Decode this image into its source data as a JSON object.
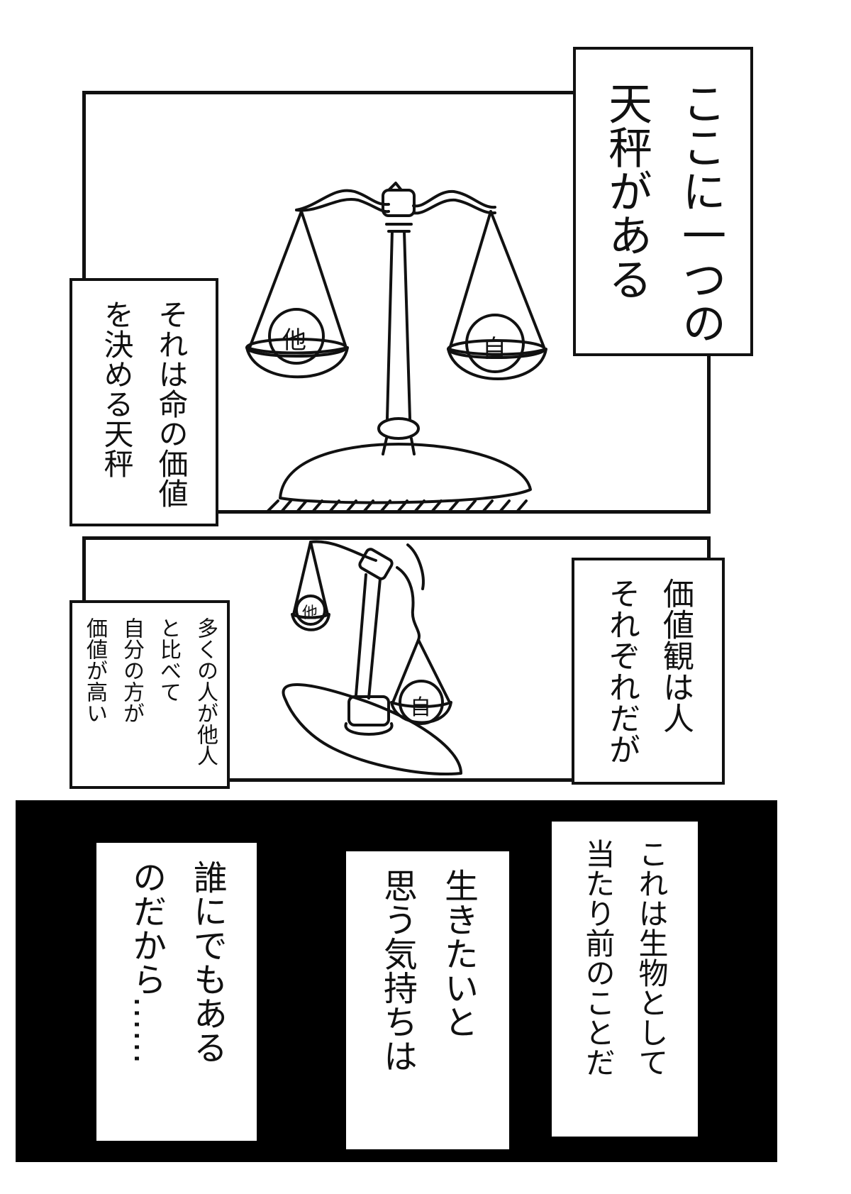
{
  "panel1": {
    "caption_main": [
      "ここに一つの",
      "天秤がある"
    ],
    "caption_side": [
      "それは命の価値",
      "を決める天秤"
    ],
    "pan_left_kanji": "他",
    "pan_right_kanji": "自"
  },
  "panel2": {
    "caption_right": [
      "価値観は人",
      "それぞれだが"
    ],
    "caption_left": [
      "多くの人が他人",
      "と比べて",
      "自分の方が",
      "価値が高い"
    ],
    "pan_left_kanji": "他",
    "pan_right_kanji": "自"
  },
  "panel3": {
    "caption_right": [
      "これは生物として",
      "当たり前のことだ"
    ],
    "caption_middle": [
      "生きたいと",
      "思う気持ちは"
    ],
    "caption_left": [
      "誰にでもある",
      "のだから……"
    ]
  },
  "colors": {
    "ink": "#111111",
    "paper": "#ffffff",
    "black_panel": "#000000"
  }
}
